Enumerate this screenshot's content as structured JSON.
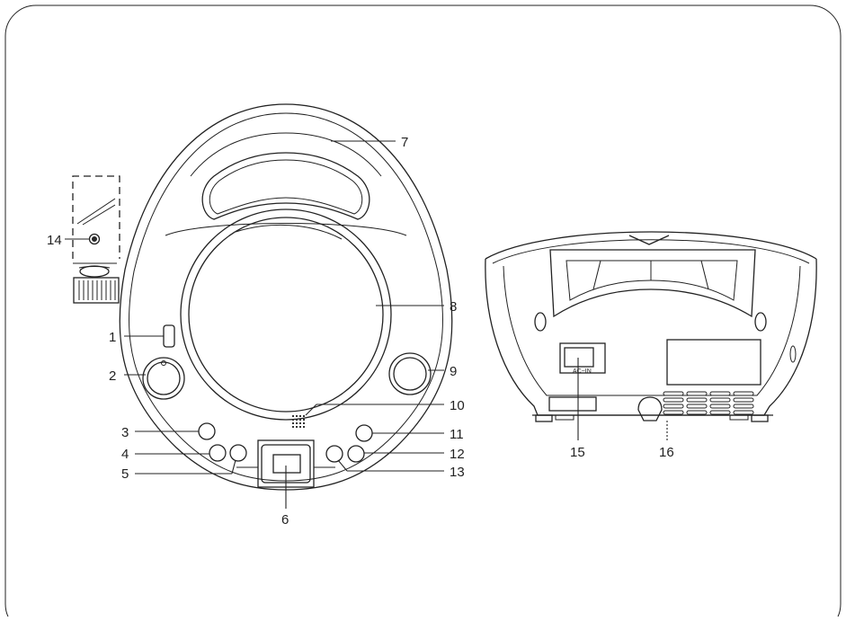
{
  "callouts": [
    "1",
    "2",
    "3",
    "4",
    "5",
    "6",
    "7",
    "8",
    "9",
    "10",
    "11",
    "12",
    "13",
    "14",
    "15",
    "16"
  ],
  "jack_label": "AC~IN"
}
